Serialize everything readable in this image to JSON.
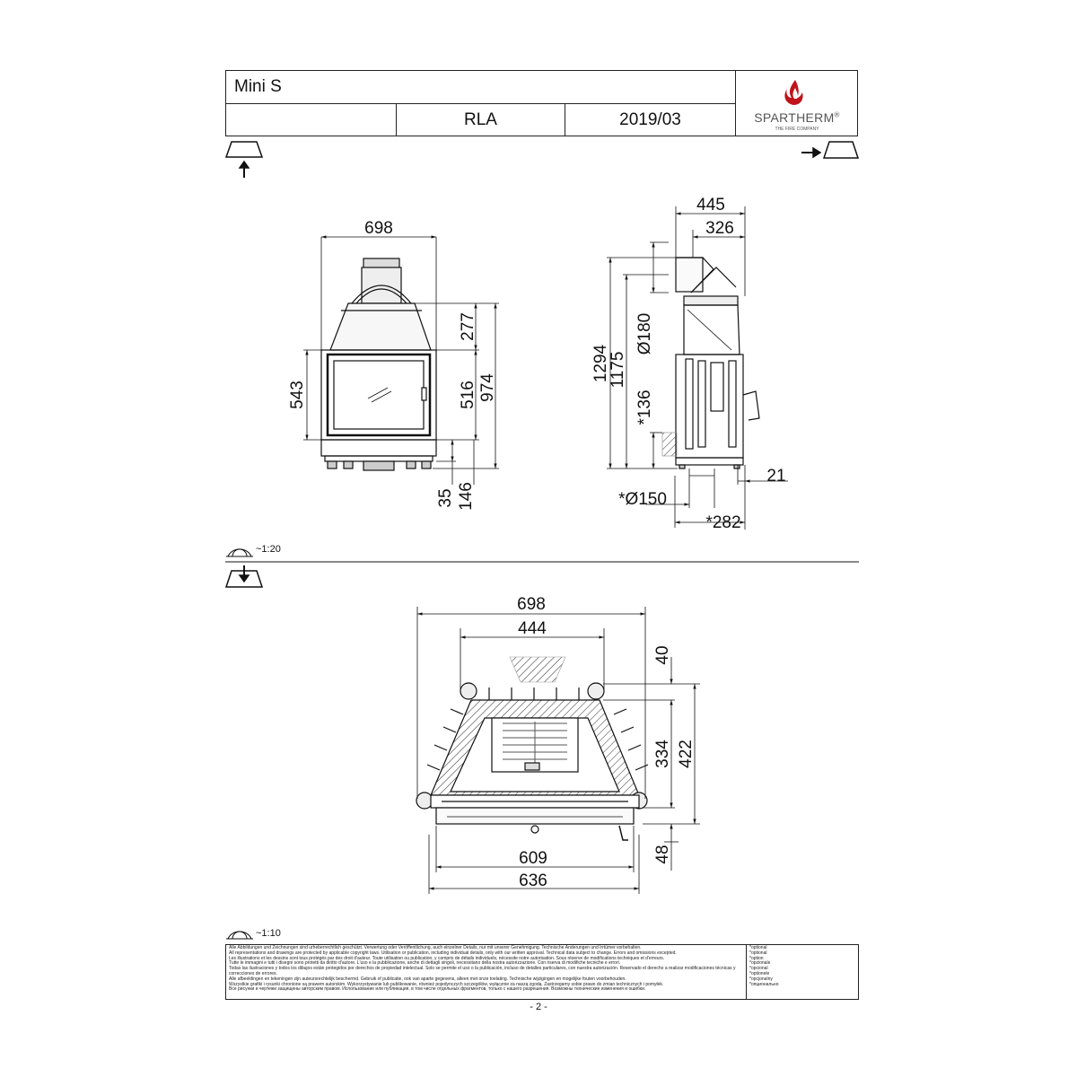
{
  "header": {
    "model": "Mini S",
    "variant": "RLA",
    "date": "2019/03",
    "brand": "SPARTHERM",
    "brand_mark": "®",
    "tagline": "THE FIRE COMPANY"
  },
  "views": {
    "front": {
      "dims": {
        "width_top": "698",
        "h_277": "277",
        "h_543": "543",
        "h_516": "516",
        "h_974": "974",
        "h_35": "35",
        "h_146": "146"
      }
    },
    "side": {
      "dims": {
        "w_445": "445",
        "w_326": "326",
        "h_1294": "1294",
        "h_1175": "1175",
        "d_180": "Ø180",
        "h_136": "*136",
        "w_21": "21",
        "d_150": "*Ø150",
        "w_282": "*282"
      }
    },
    "top": {
      "dims": {
        "w_698": "698",
        "w_444": "444",
        "h_40": "40",
        "h_334": "334",
        "h_422": "422",
        "w_609": "609",
        "w_636": "636",
        "h_48": "48"
      }
    }
  },
  "scales": {
    "upper": "~1:20",
    "lower": "~1:10"
  },
  "footer": {
    "disclaimer": [
      "Alle Abbildungen und Zeichnungen sind urheberrechtlich geschützt. Verwertung oder Veröffentlichung, auch einzelner Details, nur mit unserer Genehmigung. Technische Änderungen und Irrtümer vorbehalten.",
      "All representations and drawings are protected by applicable copyright laws. Utilisation or publication, including individual details, only with our written approval. Technical data subject to change. Errors and omissions excepted.",
      "Les illustrations et les dessins sont tous protégés par des droit d'auteur. Toute utilisation ou publication, y compris de détails individuels, nécessite notre autorisation. Sous réserve de modifications techniques et d'erreurs.",
      "Tutte le immagini e tutti i disegni sono protetti da diritto d'autore. L'uso e la pubblicazione, anche di dettagli singoli, necessitano della nostra autorizzazione. Con riserva di modifiche tecniche e errori.",
      "Todas las ilustraciones y todos los dibujos están protegidos por derechos de propiedad intelectual. Solo se permite el uso o la publicación, incluso de detalles particulares, con nuestra autorización. Reservado el derecho a realizar modificaciones técnicas y correcciones de errores.",
      "Alle afbeeldingen en tekeningen zijn auteursrechtelijk beschermd. Gebruik of publicatie, ook van aparte gegevens, alleen met onze toelating. Technische wijzigingen en mogelijke fouten voorbehouden.",
      "Wszystkie grafiki i rysunki chronione są prawem autorskim. Wykorzystywanie lub publikowanie, również pojedynczych szczegółów, wyłącznie za naszą zgodą. Zastrzegamy sobie prawo do zmian technicznych i pomyłek.",
      "Все рисунки и чертежи защищены авторским правом. Использование или публикация, в том числе отдельных фрагментов, только с нашего разрешения. Возможны технические изменения и ошибки."
    ],
    "optional": [
      "*optional",
      "*optional",
      "*option",
      "*opzionale",
      "*opcional",
      "*optionele",
      "*opcjonalny",
      "*опционально"
    ]
  },
  "page_number": "- 2 -"
}
